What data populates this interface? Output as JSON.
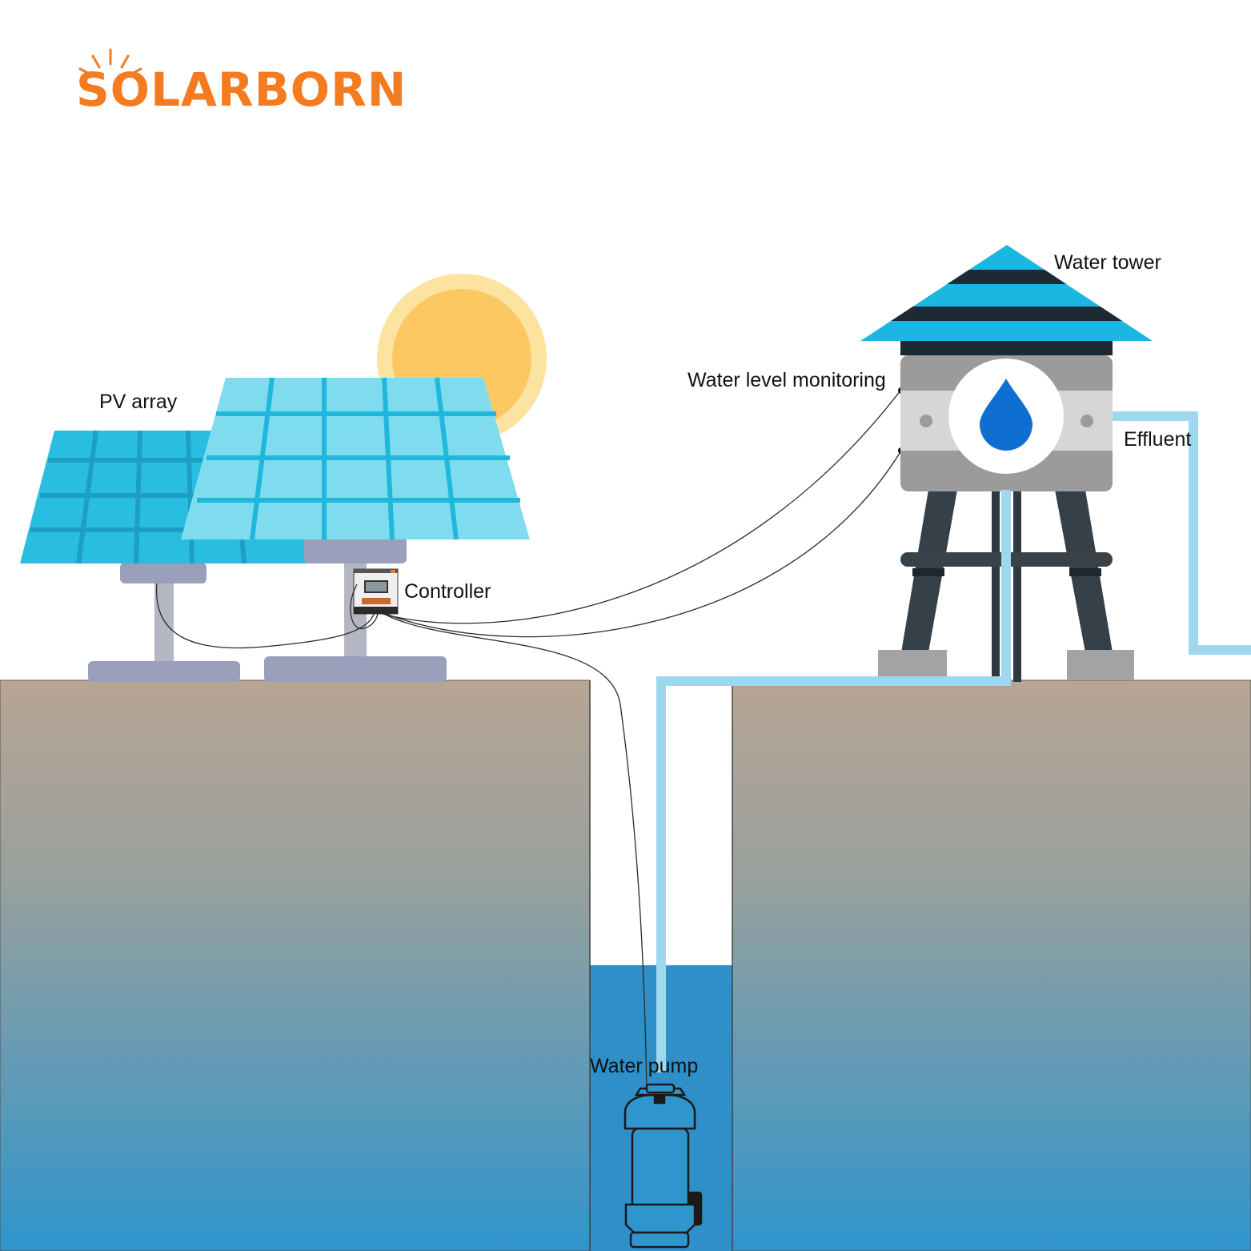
{
  "logo": {
    "text": "SOLARBORN",
    "color": "#f47b20"
  },
  "labels": {
    "pv_array": "PV array",
    "controller": "Controller",
    "water_tower": "Water tower",
    "water_level_monitoring": "Water level monitoring",
    "effluent": "Effluent",
    "water_pump": "Water pump"
  },
  "colors": {
    "sun_outer": "#fde3a0",
    "sun_inner": "#fbc862",
    "panel_back": "#29bde2",
    "panel_front": "#7fdcee",
    "panel_grid": "#1fb8dc",
    "stand": "#9aa0bb",
    "ground_top": "#b8a594",
    "ground_bottom": "#2f95cc",
    "well_water": "#2f8fc8",
    "pipe": "#9ed8ef",
    "tower_roof": "#1ab7e3",
    "tower_stripe": "#1e2a33",
    "tower_body": "#9b9b9b",
    "tower_band": "#d6d6d6",
    "tower_legs": "#364048",
    "drop": "#0f6fd0"
  },
  "icons": [
    "sun-icon",
    "water-drop-icon",
    "solar-panel-icon",
    "pump-icon",
    "controller-icon"
  ]
}
